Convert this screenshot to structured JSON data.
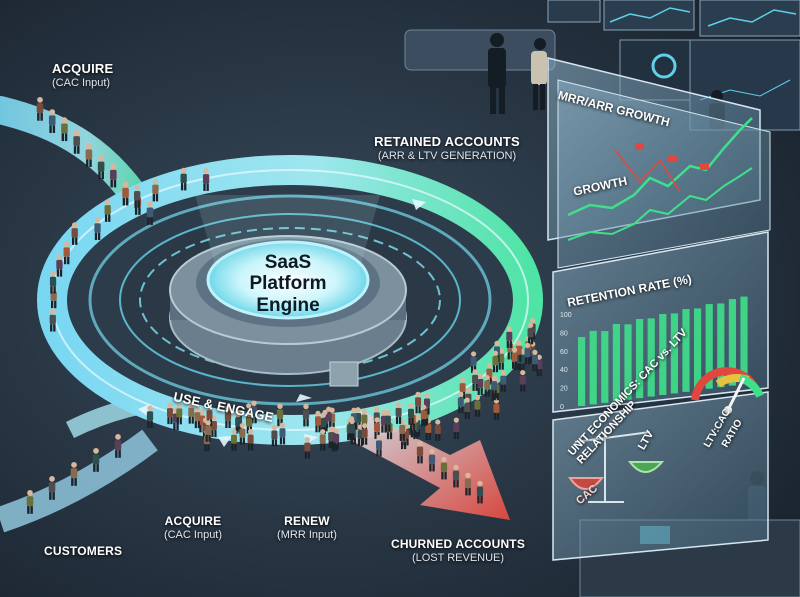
{
  "labels": {
    "acquire_top": {
      "title": "ACQUIRE",
      "sub": "(CAC Input)"
    },
    "retained": {
      "title": "RETAINED ACCOUNTS",
      "sub": "(ARR & LTV GENERATION)"
    },
    "engine": {
      "line1": "SaaS",
      "line2": "Platform",
      "line3": "Engine"
    },
    "use_engage": "USE & ENGAGE",
    "customers": "CUSTOMERS",
    "acquire_bottom": {
      "title": "ACQUIRE",
      "sub": "(CAC Input)"
    },
    "renew": {
      "title": "RENEW",
      "sub": "(MRR Input)"
    },
    "churned": {
      "title": "CHURNED ACCOUNTS",
      "sub": "(LOST REVENUE)"
    }
  },
  "panels": {
    "growth": {
      "title": "MRR/ARR GROWTH",
      "sub_title": "GROWTH"
    },
    "retention": {
      "title": "RETENTION RATE (%)",
      "y_ticks": [
        "100",
        "80",
        "60",
        "40",
        "20",
        "0"
      ]
    },
    "unit_econ": {
      "title": "UNIT ECONOMICS: CAC vs. LTV RELATIONSHIP",
      "ltv_label": "LTV",
      "cac_label": "CAC",
      "gauge_label_1": "LTV:CAC",
      "gauge_label_2": "RATIO"
    }
  },
  "chart_data": [
    {
      "type": "bar",
      "title": "RETENTION RATE (%)",
      "ylim": [
        0,
        100
      ],
      "values": [
        75,
        80,
        78,
        84,
        82,
        86,
        85,
        88,
        87,
        90,
        89,
        92,
        91,
        94,
        95
      ]
    }
  ],
  "colors": {
    "accent_teal": "#43e6cf",
    "growth_green": "#3fe08a",
    "churn_red": "#e0483f",
    "panel_glass": "#6f95ad"
  }
}
